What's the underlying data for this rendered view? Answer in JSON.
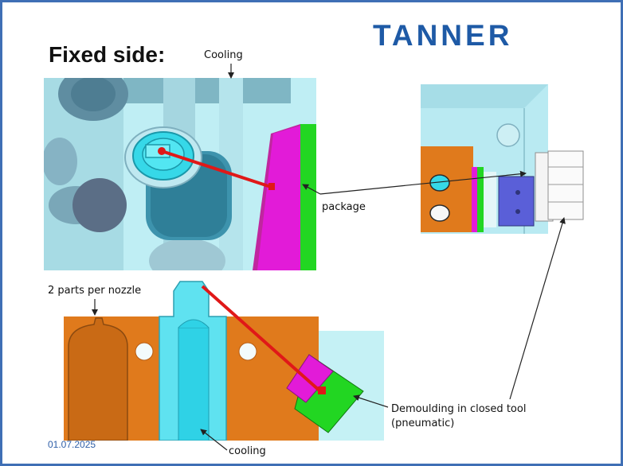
{
  "logo": {
    "text": "TANNER"
  },
  "slide": {
    "title": "Fixed side:",
    "date": "01.07.2025"
  },
  "labels": {
    "cooling_top": "Cooling",
    "package": "package",
    "parts_per_nozzle": "2 parts per nozzle",
    "demoulding_line1": "Demoulding in closed tool",
    "demoulding_line2": "(pneumatic)",
    "cooling_bottom": "cooling"
  },
  "colors": {
    "border": "#3f6fb5",
    "logo": "#1e5aa6",
    "mould_cyan": "#8fe3ee",
    "part_orange": "#e07a1c",
    "highlight_red": "#e01818",
    "slider_magenta": "#e21bd8",
    "slider_green": "#22d622",
    "actuator_blue": "#5a5fd8"
  }
}
